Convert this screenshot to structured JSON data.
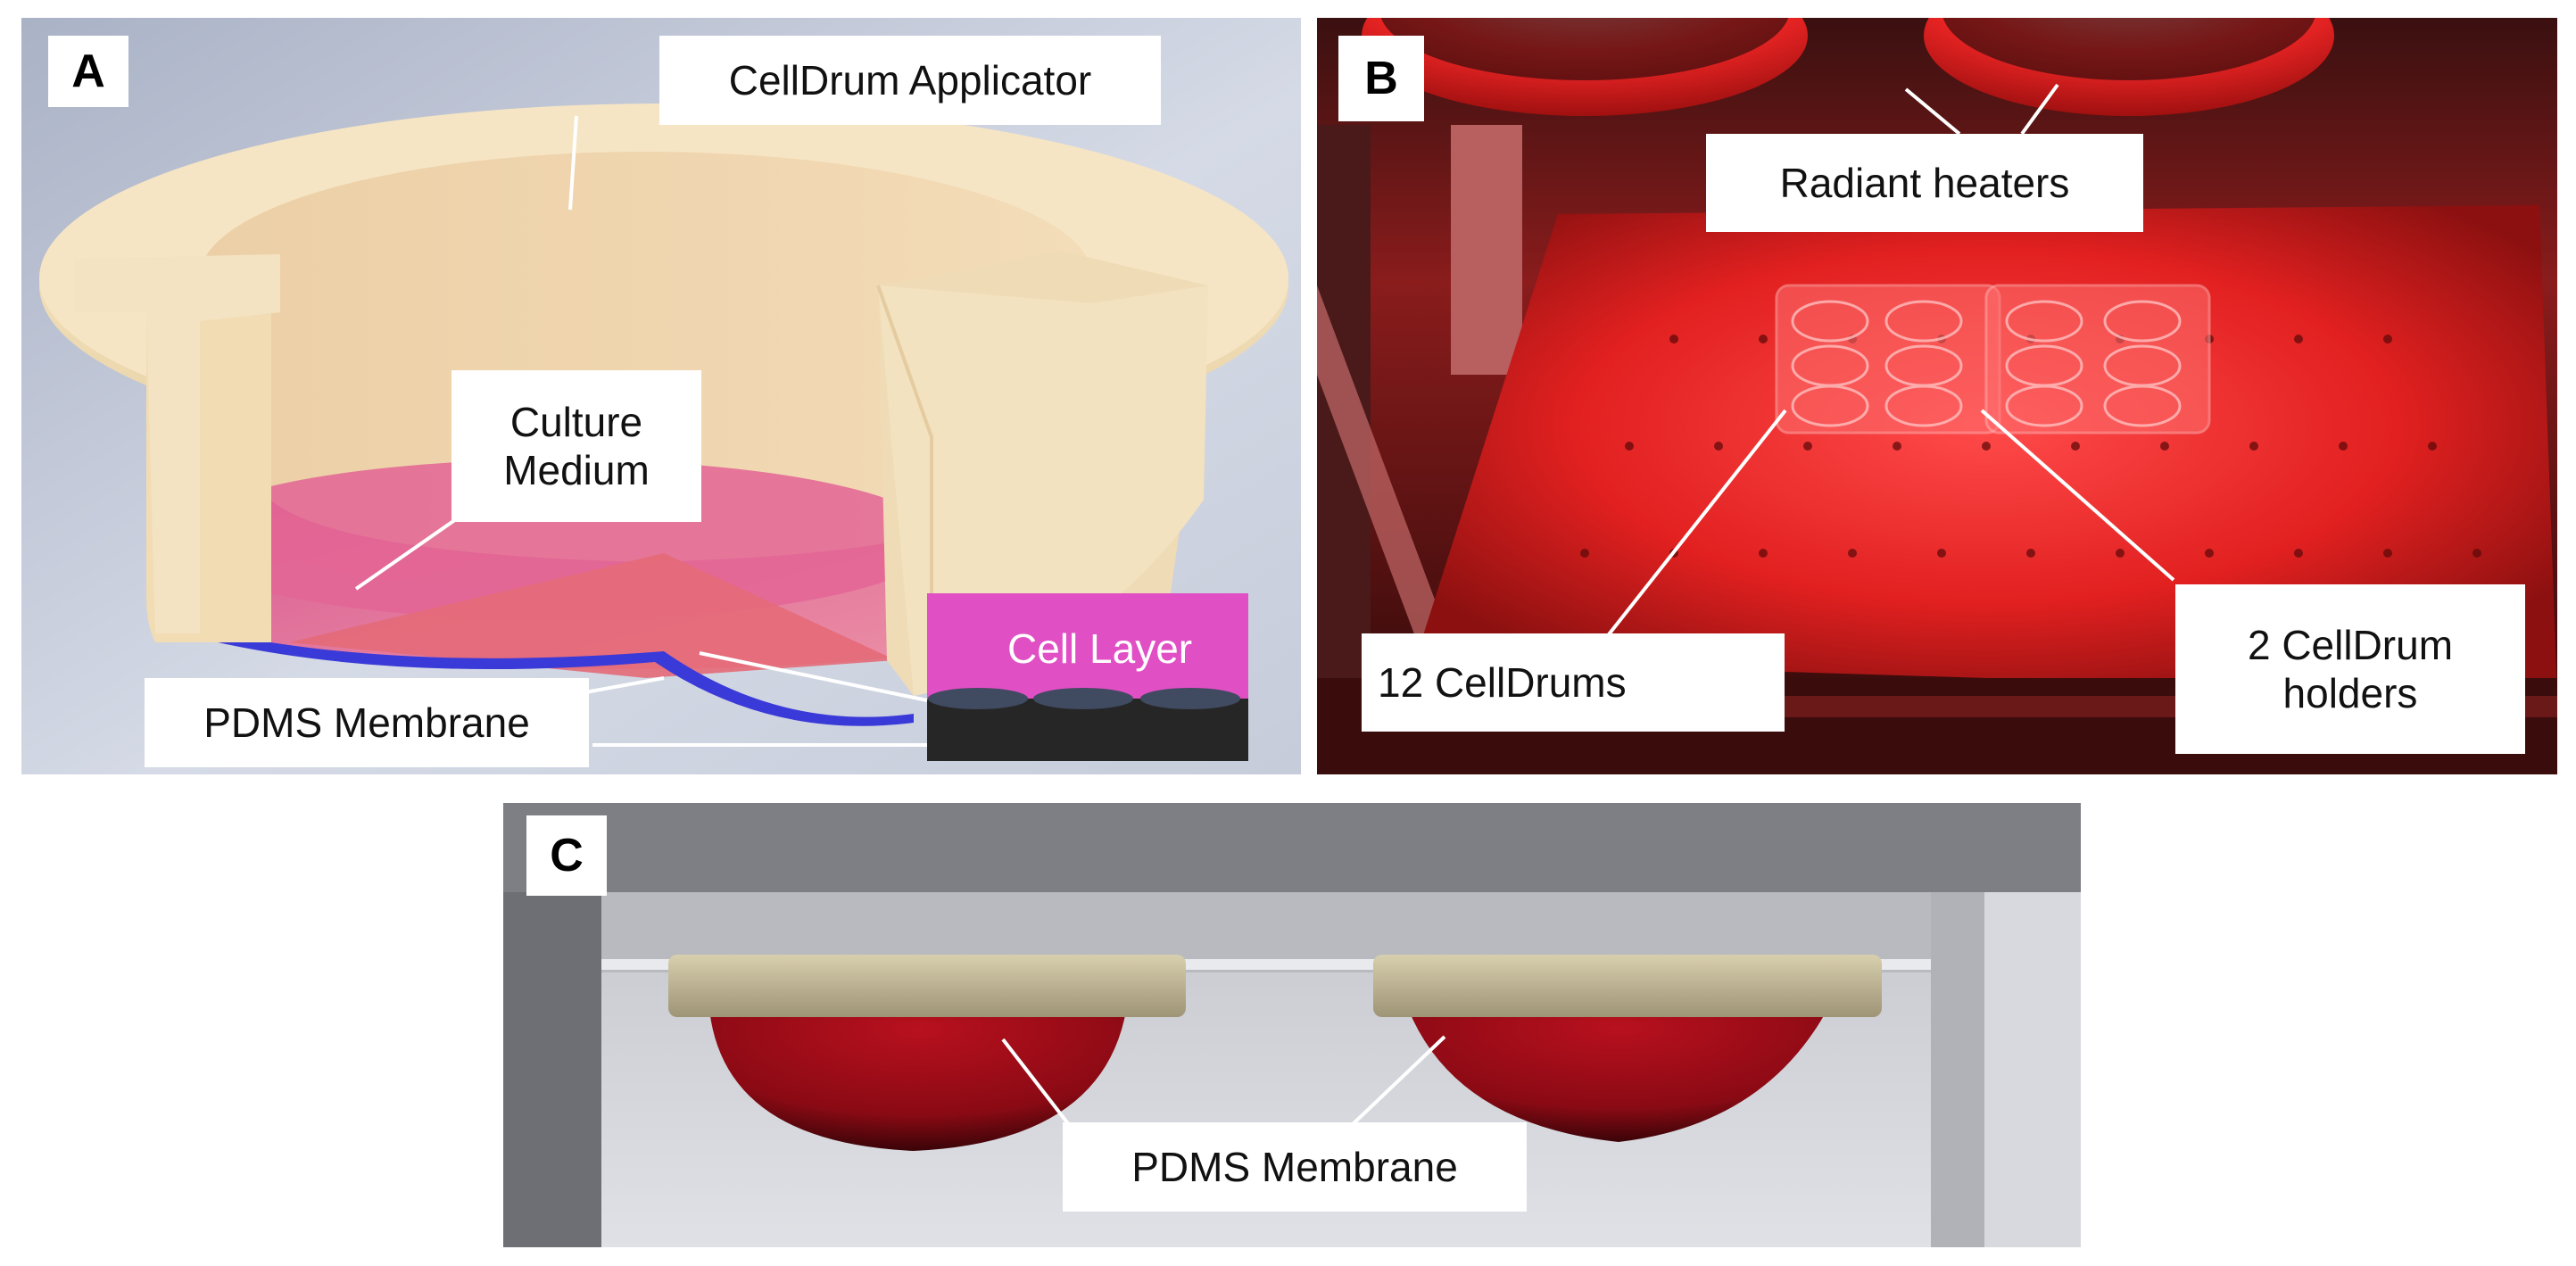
{
  "panels": {
    "a": {
      "letter": "A",
      "labels": {
        "applicator": "CellDrum Applicator",
        "culture_medium": "Culture\nMedium",
        "cell_layer": "Cell Layer",
        "pdms_membrane": "PDMS Membrane"
      }
    },
    "b": {
      "letter": "B",
      "labels": {
        "radiant_heaters": "Radiant heaters",
        "celldrums": "12 CellDrums",
        "holders": "2 CellDrum\nholders"
      }
    },
    "c": {
      "letter": "C",
      "labels": {
        "pdms_membrane": "PDMS Membrane"
      }
    }
  },
  "colors": {
    "applicator": "#f4e2bf",
    "culture_medium": "#e86a8e",
    "membrane": "#3a3ad8",
    "cell_layer": "#e04fc4",
    "heater_glow": "#ff2020"
  }
}
